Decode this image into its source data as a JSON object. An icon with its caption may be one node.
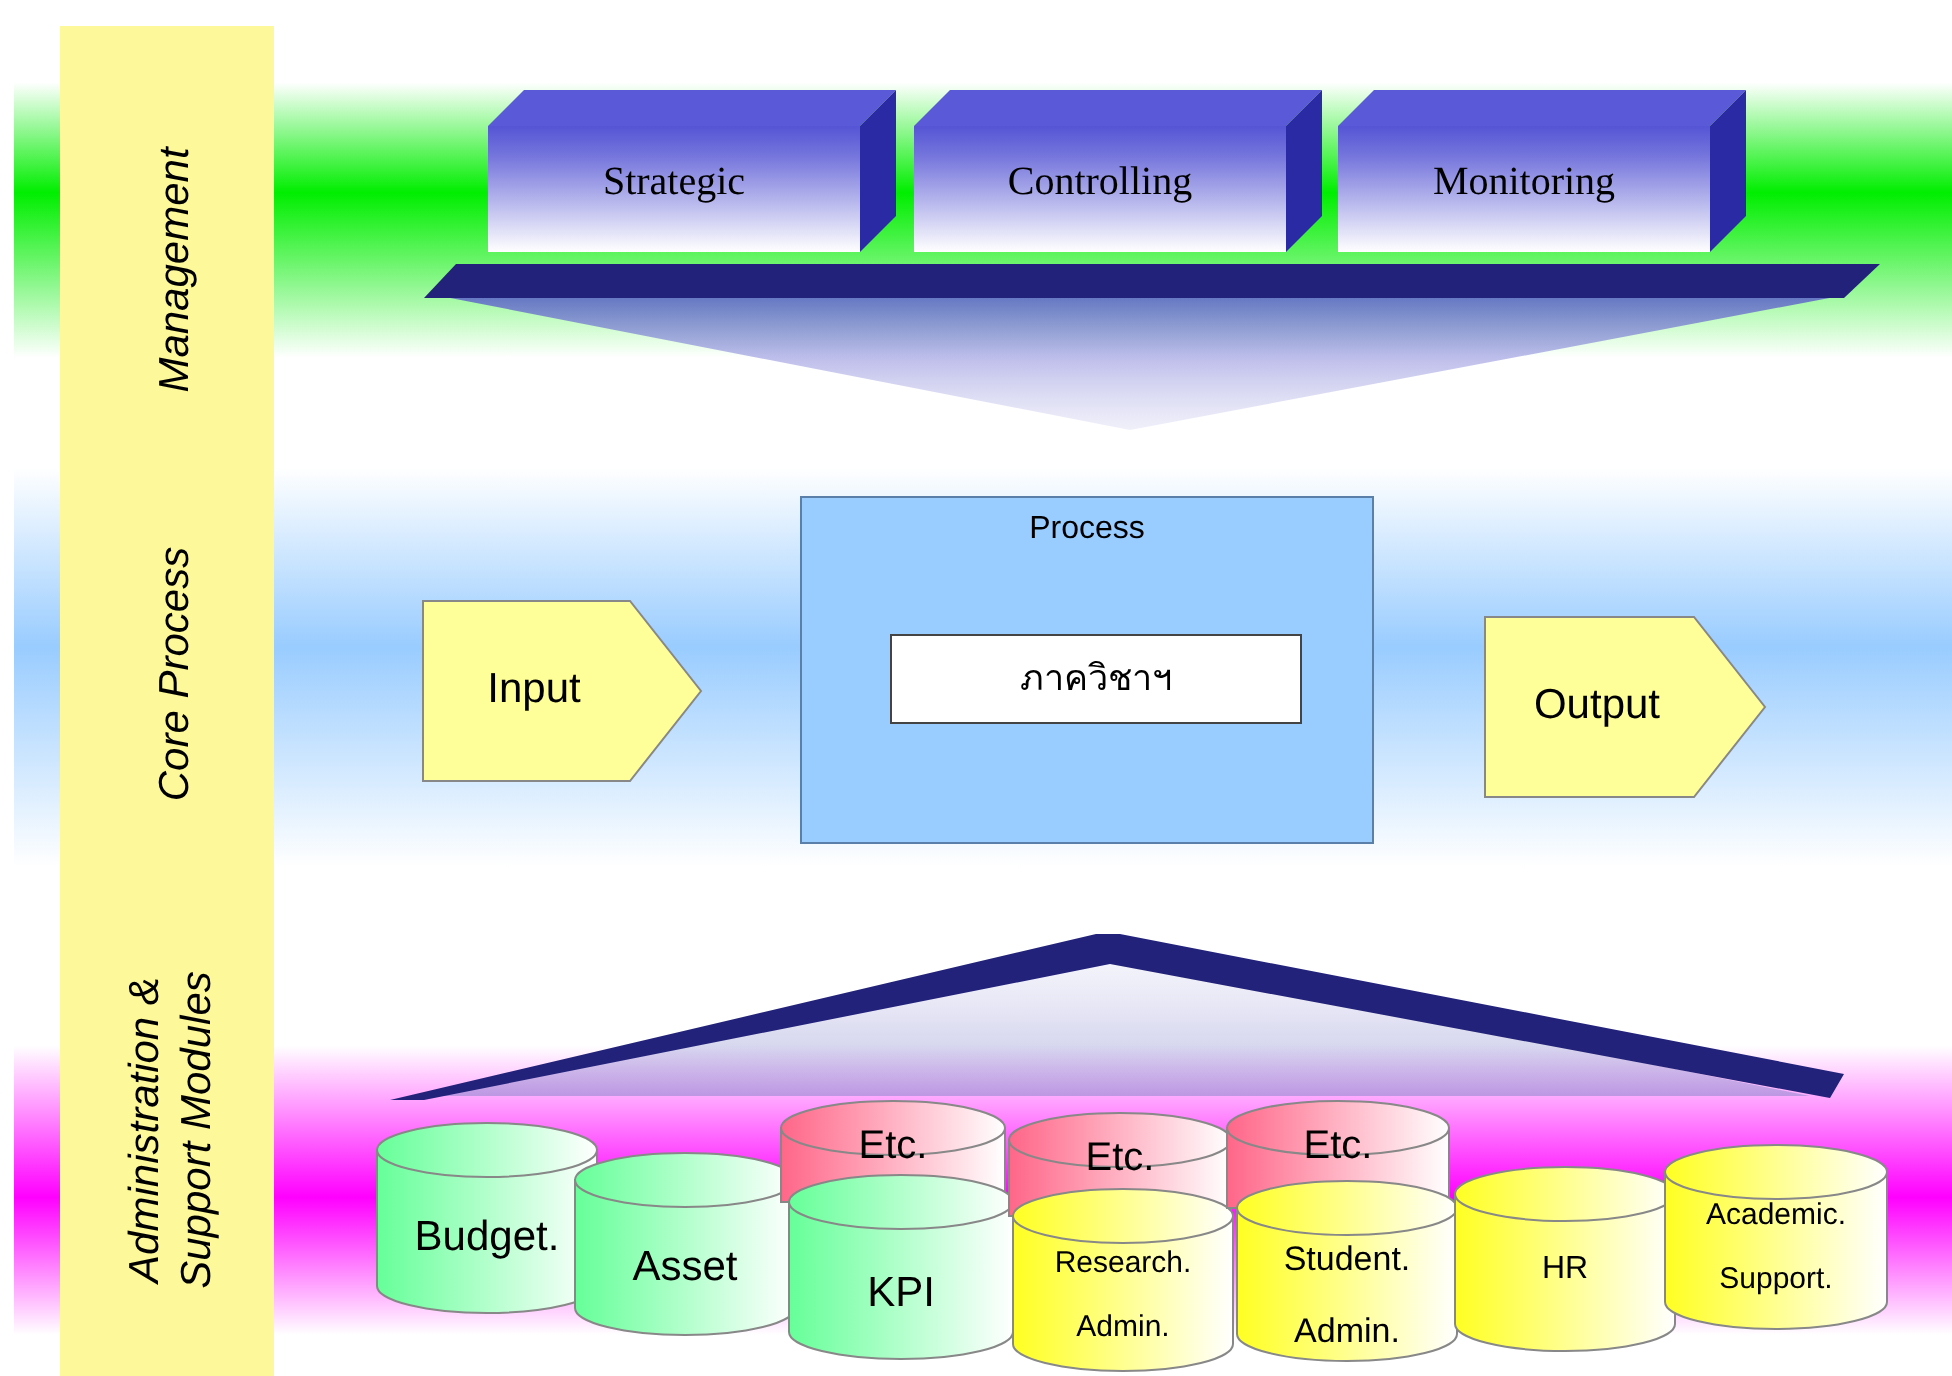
{
  "diagram": {
    "nodes": [
      {
        "text": [
          "Strategic"
        ]
      },
      {
        "text": [
          "Controlling"
        ]
      },
      {
        "text": [
          "Monitoring"
        ]
      },
      {
        "text": [
          "Input"
        ]
      },
      {
        "text": [
          "Process"
        ]
      },
      {
        "text": [
          "ภาควิชาฯ"
        ],
        "in": 4
      },
      {
        "text": [
          "Output"
        ]
      },
      {
        "text": [
          "Budget."
        ]
      },
      {
        "text": [
          "Asset"
        ]
      },
      {
        "text": [
          "Etc."
        ]
      },
      {
        "text": [
          "KPI"
        ]
      },
      {
        "text": [
          "Etc."
        ]
      },
      {
        "text": [
          "Research. Admin."
        ]
      },
      {
        "text": [
          "Etc."
        ]
      },
      {
        "text": [
          "Student. Admin."
        ]
      },
      {
        "text": [
          "HR"
        ]
      },
      {
        "text": [
          "Academic. Support."
        ]
      }
    ],
    "labels": [
      "Management",
      "Core Process",
      "Administration & Support Modules"
    ]
  }
}
